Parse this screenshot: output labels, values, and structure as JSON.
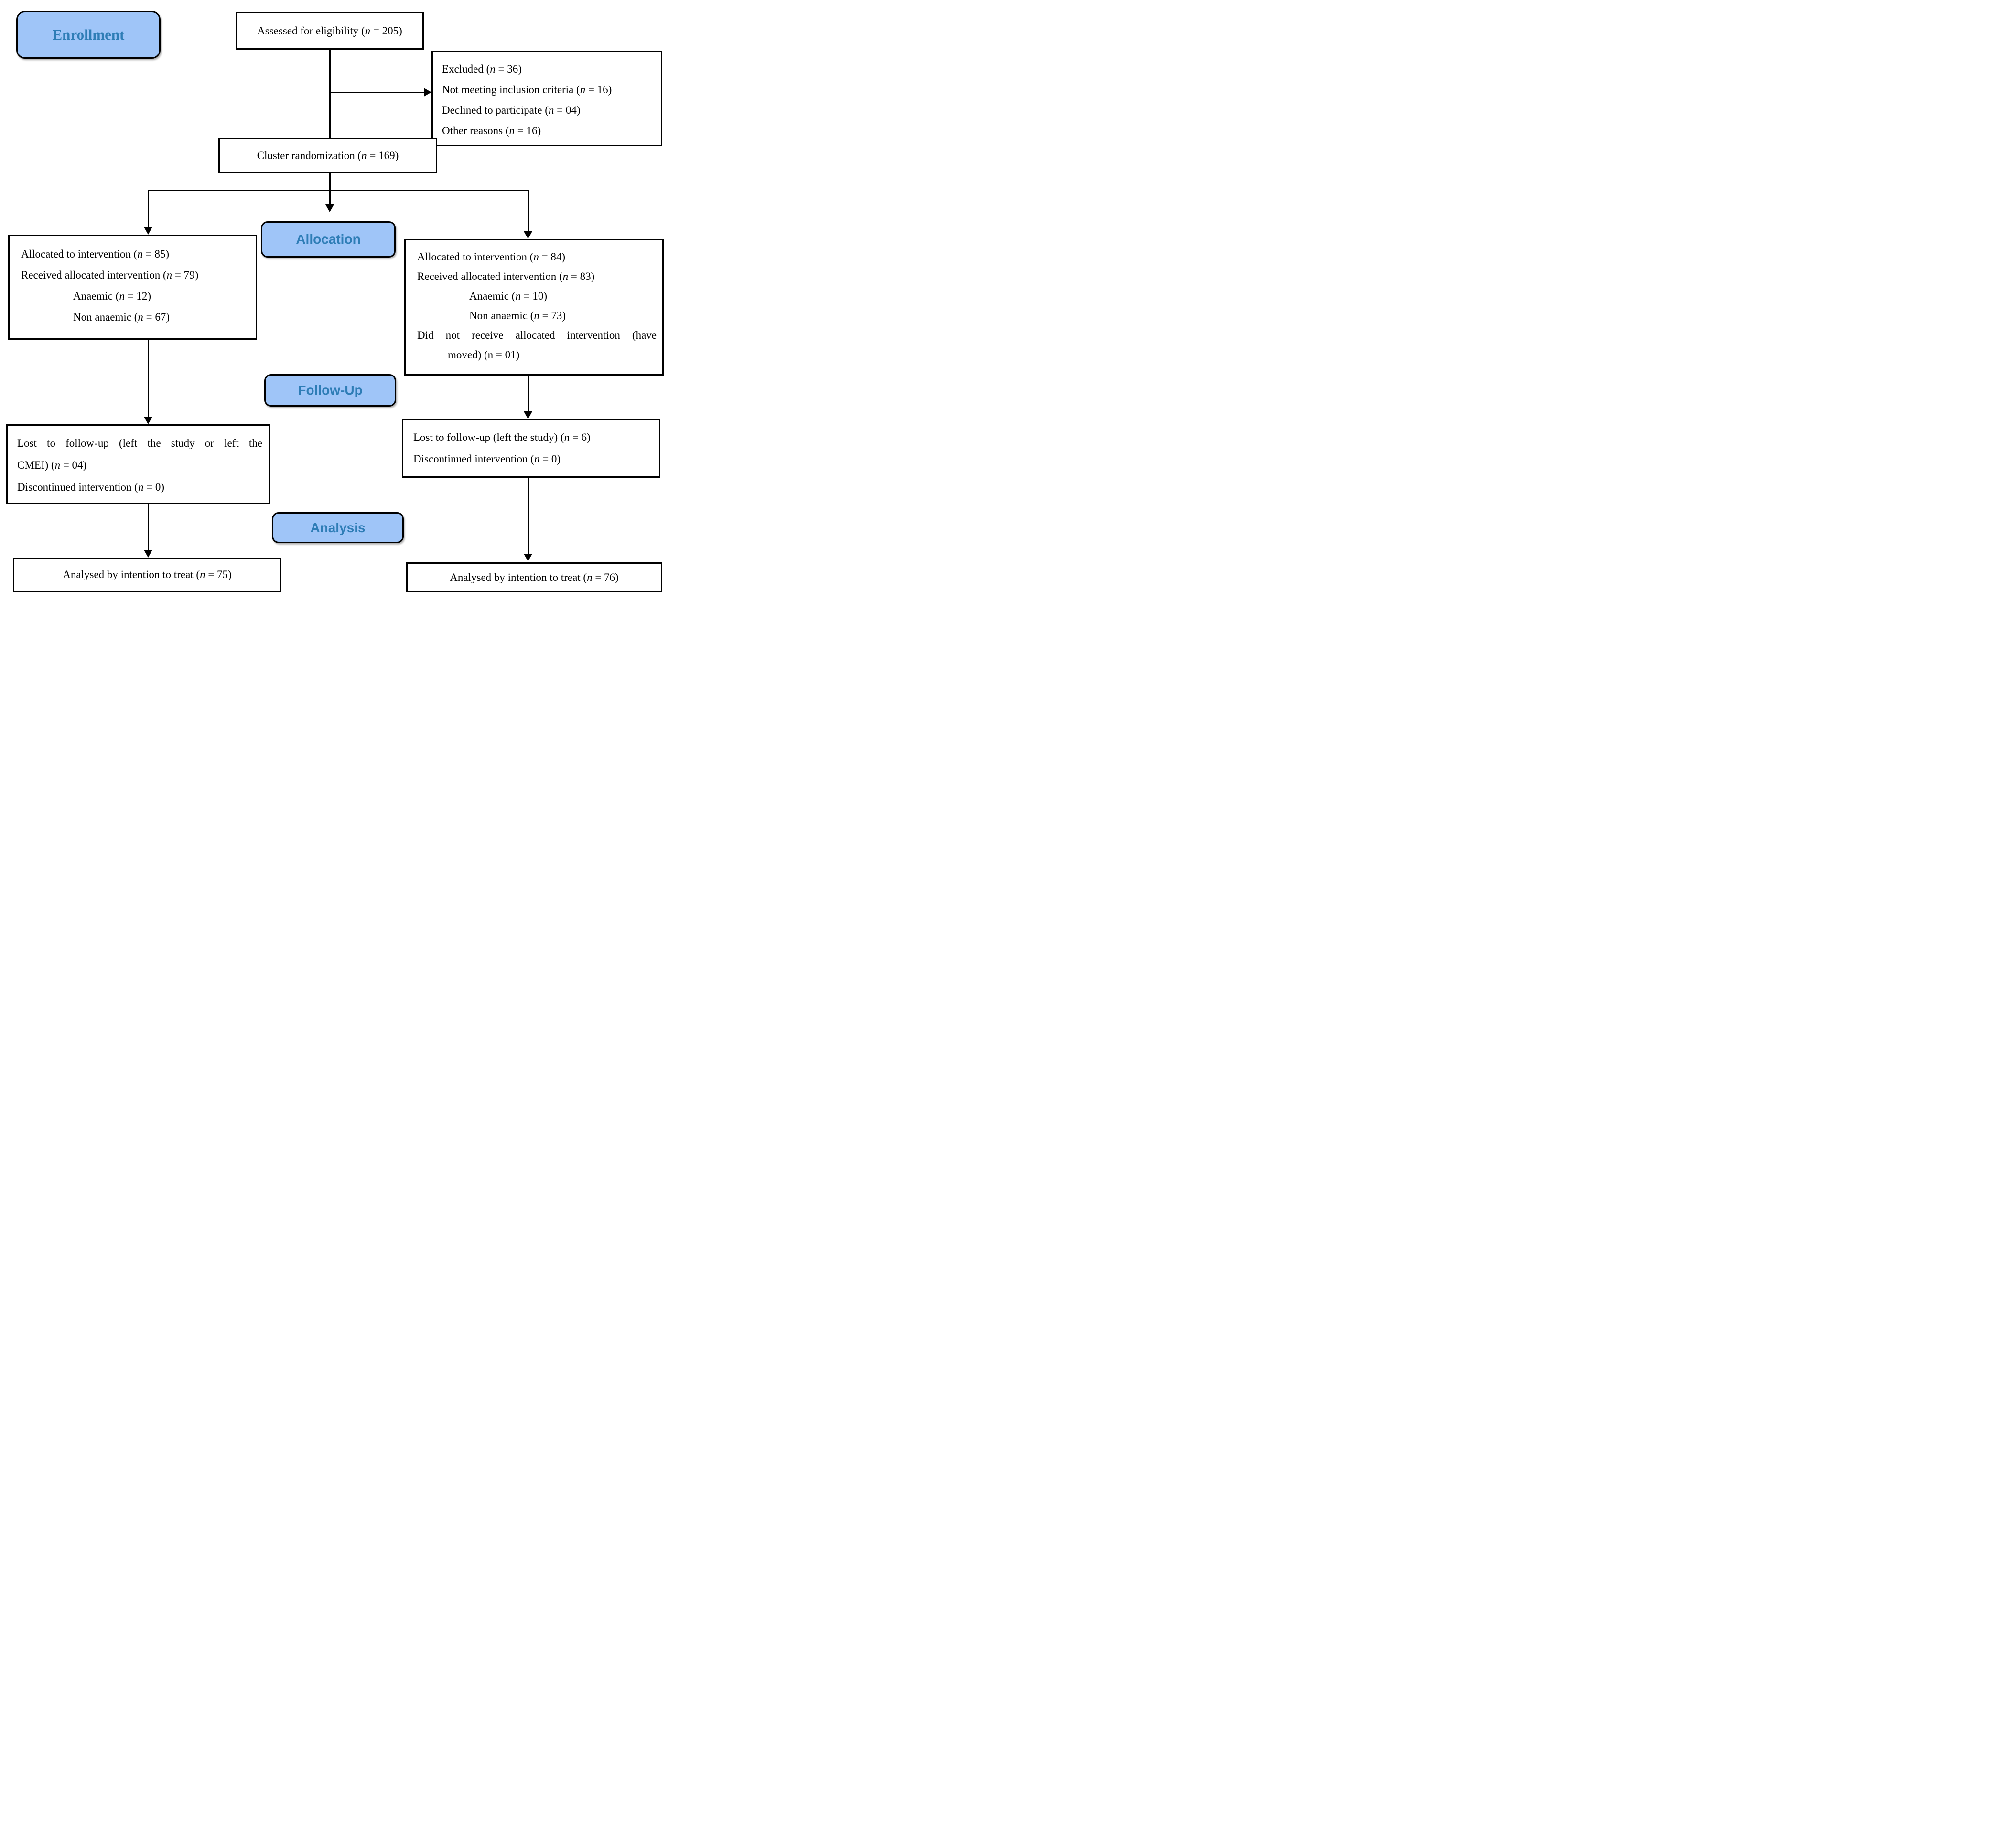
{
  "diagram": {
    "type": "consort-flow",
    "colors": {
      "badge_fill": "#9FC5F8",
      "badge_text": "#2E7DB6",
      "box_border": "#000000",
      "line": "#000000",
      "background": "#FFFFFF"
    },
    "badges": {
      "enrollment": "Enrollment",
      "allocation": "Allocation",
      "followup": "Follow-Up",
      "analysis": "Analysis"
    },
    "boxes": {
      "assessed": {
        "lines": [
          {
            "pre": "Assessed for eligibility (",
            "n": "n",
            "post": " = 205)"
          }
        ]
      },
      "excluded": {
        "lines": [
          {
            "pre": "Excluded (",
            "n": "n",
            "post": " = 36)"
          },
          {
            "pre": "Not meeting inclusion criteria (",
            "n": "n",
            "post": " = 16)"
          },
          {
            "pre": "Declined to participate (",
            "n": "n",
            "post": " = 04)"
          },
          {
            "pre": "Other reasons (",
            "n": "n",
            "post": " = 16)"
          }
        ]
      },
      "cluster": {
        "lines": [
          {
            "pre": "Cluster randomization (",
            "n": "n",
            "post": " = 169)"
          }
        ]
      },
      "alloc_left": {
        "lines": [
          {
            "pre": "Allocated to intervention (",
            "n": "n",
            "post": " = 85)"
          },
          {
            "pre": "Received allocated intervention (",
            "n": "n",
            "post": " = 79)"
          },
          {
            "pre": "Anaemic (",
            "n": "n",
            "post": " = 12)",
            "indent": true
          },
          {
            "pre": "Non anaemic (",
            "n": "n",
            "post": " = 67)",
            "indent": true
          }
        ]
      },
      "alloc_right": {
        "lines": [
          {
            "pre": "Allocated to intervention (",
            "n": "n",
            "post": " = 84)"
          },
          {
            "pre": "Received allocated intervention (",
            "n": "n",
            "post": " = 83)"
          },
          {
            "pre": "Anaemic (",
            "n": "n",
            "post": " = 10)",
            "indent": true
          },
          {
            "pre": "Non anaemic (",
            "n": "n",
            "post": " = 73)",
            "indent": true
          },
          {
            "pre": "Did not receive allocated intervention (have",
            "justify": true
          },
          {
            "pre": "moved) (n = 01)",
            "hang": true
          }
        ]
      },
      "lost_left": {
        "lines": [
          {
            "pre": "Lost to follow-up (left the study or left the",
            "justify": true
          },
          {
            "pre": "CMEI) (",
            "n": "n",
            "post": " = 04)"
          },
          {
            "pre": "Discontinued intervention (",
            "n": "n",
            "post": " = 0)"
          }
        ]
      },
      "lost_right": {
        "lines": [
          {
            "pre": "Lost to follow-up (left the study) (",
            "n": "n",
            "post": " = 6)"
          },
          {
            "pre": "Discontinued intervention (",
            "n": "n",
            "post": " = 0)"
          }
        ]
      },
      "analysed_left": {
        "lines": [
          {
            "pre": "Analysed by intention to treat (",
            "n": "n",
            "post": " = 75)"
          }
        ]
      },
      "analysed_right": {
        "lines": [
          {
            "pre": "Analysed by intention to treat (",
            "n": "n",
            "post": " = 76)"
          }
        ]
      }
    }
  }
}
